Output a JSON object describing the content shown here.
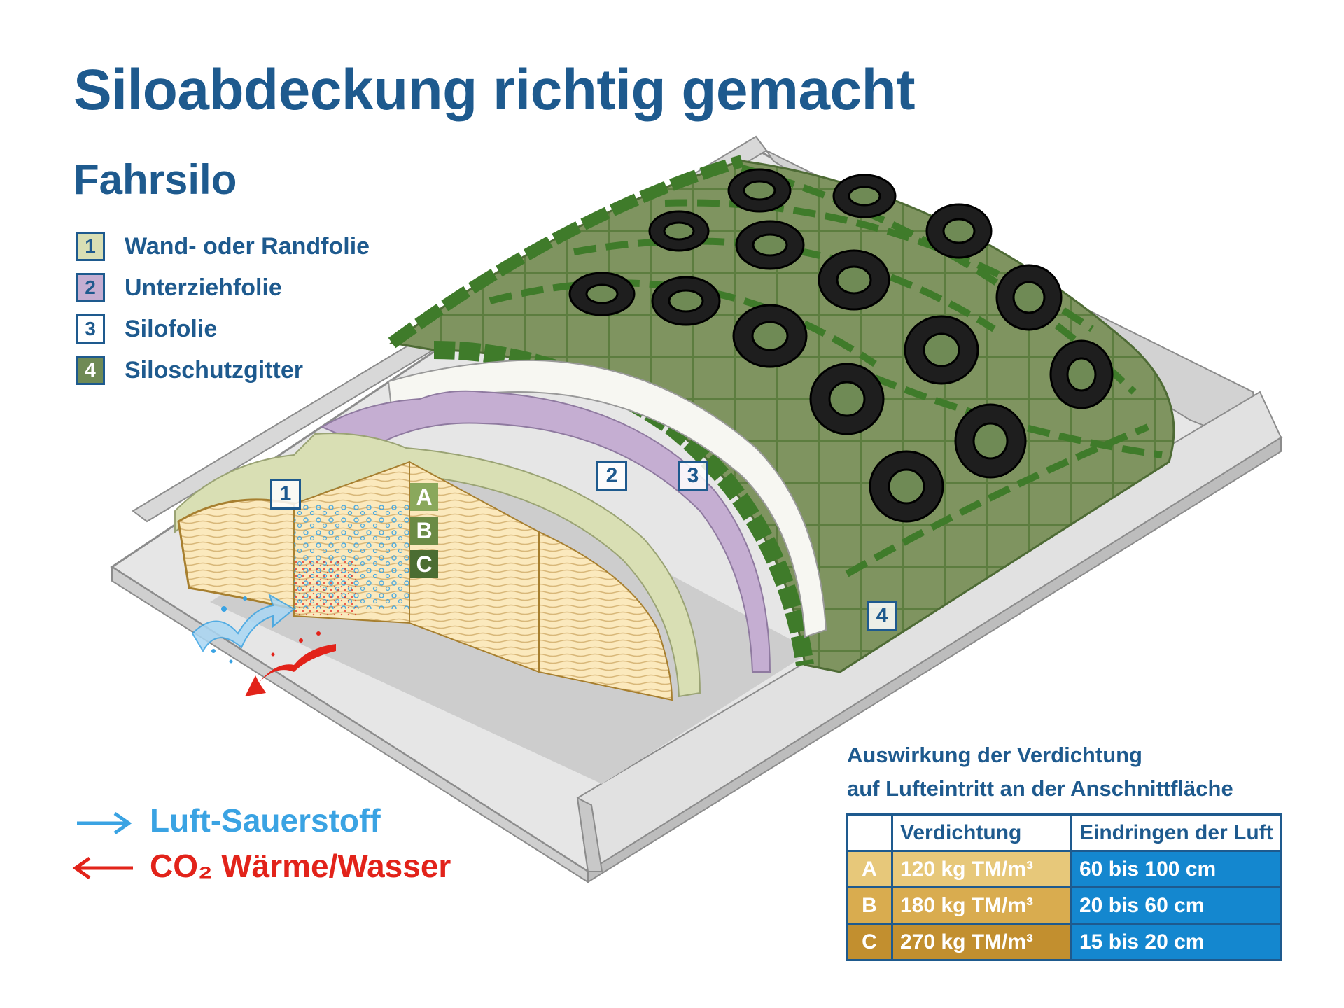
{
  "title": "Siloabdeckung richtig gemacht",
  "subtitle": "Fahrsilo",
  "legend": [
    {
      "num": "1",
      "label": "Wand- oder Randfolie",
      "color": "#d9dfb4"
    },
    {
      "num": "2",
      "label": "Unterziehfolie",
      "color": "#c5aed2"
    },
    {
      "num": "3",
      "label": "Silofolie",
      "color": "#ffffff"
    },
    {
      "num": "4",
      "label": "Siloschutzgitter",
      "color": "#6f8a55"
    }
  ],
  "diagram_labels": {
    "n1": "1",
    "n2": "2",
    "n3": "3",
    "n4": "4",
    "zone_a": "A",
    "zone_b": "B",
    "zone_c": "C"
  },
  "flows": {
    "air": {
      "label": "Luft-Sauerstoff",
      "color": "#3aa3e3"
    },
    "co2": {
      "label": "CO₂ Wärme/Wasser",
      "color": "#e2231a"
    }
  },
  "table": {
    "title_line1": "Auswirkung der Verdichtung",
    "title_line2": "auf Lufteintritt an der Anschnittfläche",
    "headers": [
      "",
      "Verdichtung",
      "Eindringen der Luft"
    ],
    "rows": [
      {
        "zone": "A",
        "density": "120 kg TM/m³",
        "penetration": "60 bis 100 cm",
        "color": "#e7c87a"
      },
      {
        "zone": "B",
        "density": "180 kg TM/m³",
        "penetration": "20 bis 60 cm",
        "color": "#d9ac4f"
      },
      {
        "zone": "C",
        "density": "270 kg TM/m³",
        "penetration": "15 bis 20 cm",
        "color": "#c28f2f"
      }
    ],
    "penetration_color": "#1487cf"
  }
}
